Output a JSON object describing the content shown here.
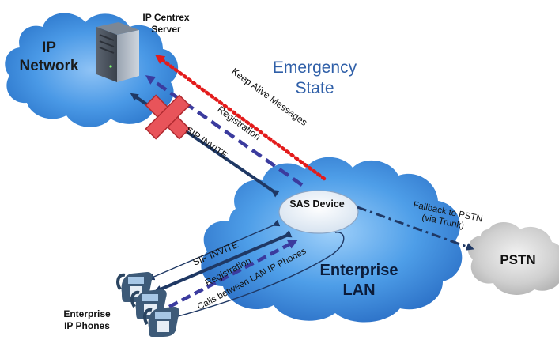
{
  "title": {
    "line1": "Emergency",
    "line2": "State"
  },
  "nodes": {
    "ip_network": {
      "line1": "IP",
      "line2": "Network"
    },
    "server": {
      "line1": "IP Centrex",
      "line2": "Server"
    },
    "sas_device": "SAS Device",
    "enterprise_lan": {
      "line1": "Enterprise",
      "line2": "LAN"
    },
    "pstn": "PSTN",
    "phones": {
      "line1": "Enterprise",
      "line2": "IP Phones"
    }
  },
  "links": {
    "keep_alive": "Keep Alive Messages",
    "registration_top": "Registration",
    "sip_invite_top": "SIP INVITE",
    "sip_invite_bottom": "SIP INVITE",
    "registration_bottom": "Registration",
    "calls_between": "Calls between LAN IP Phones",
    "fallback": {
      "line1": "Fallback to PSTN",
      "line2": "(via Trunk)"
    }
  },
  "colors": {
    "cloud_blue": "#3f8fe0",
    "dark_navy": "#1f3864",
    "purple_dashed": "#3b3b9e",
    "red_dotted": "#e31b1b",
    "red_cross": "#e8545a",
    "title_blue": "#2f5fa8"
  }
}
